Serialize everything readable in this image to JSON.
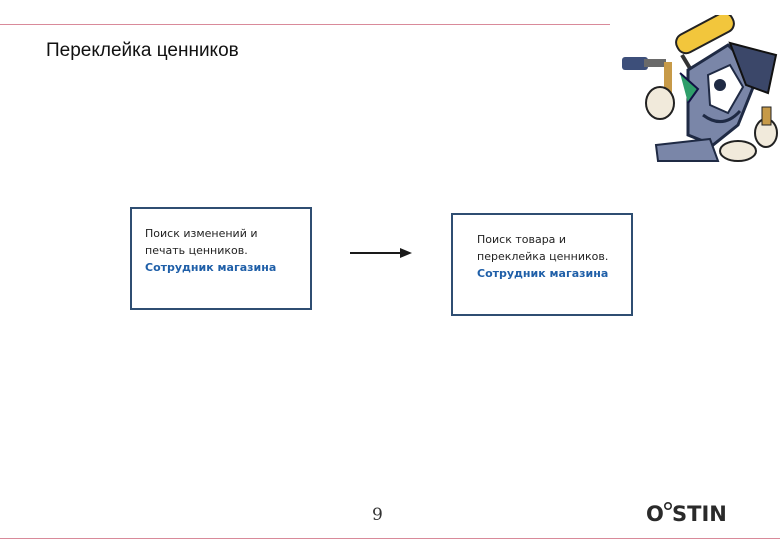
{
  "slide": {
    "title": "Переклейка ценников",
    "page_number": "9",
    "brand": "O'STIN"
  },
  "diagram": {
    "steps": [
      {
        "line1": "Поиск изменений и",
        "line2": "печать ценников.",
        "role": "Сотрудник магазина"
      },
      {
        "line1": "Поиск товара и",
        "line2": "переклейка ценников.",
        "role": "Сотрудник магазина"
      }
    ],
    "connector": "arrow-right"
  },
  "colors": {
    "box_border": "#2f4e72",
    "role_text": "#1f5fa8",
    "rule": "#d98a9a"
  },
  "icons": {
    "clipart": "handyman-cartoon-icon",
    "arrow": "right-arrow-icon"
  }
}
